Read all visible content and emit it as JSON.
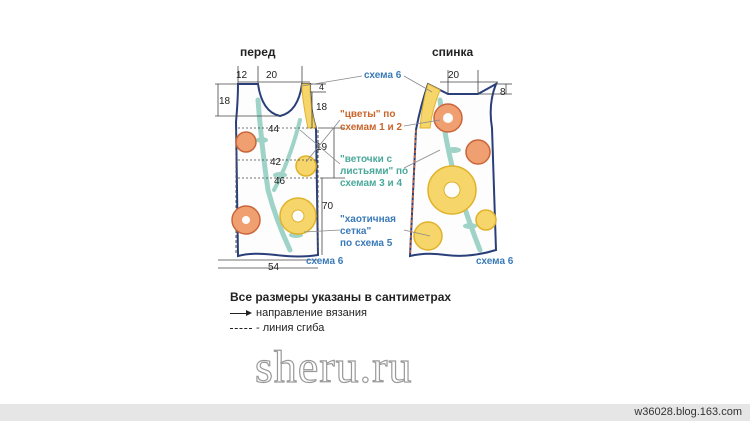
{
  "front": {
    "title": "перед",
    "dims": {
      "shoulder": "12",
      "neck": "20",
      "strap": "4",
      "neck_depth": "18",
      "armhole": "18",
      "bust": "44",
      "waist": "42",
      "hip": "46",
      "side": "19",
      "length": "70",
      "hem": "54"
    },
    "scheme6_bottom": "схема 6"
  },
  "back": {
    "title": "спинка",
    "dims": {
      "neck": "20",
      "depth": "8"
    },
    "scheme6_bottom": "схема 6"
  },
  "callouts": {
    "scheme6_top": "схема 6",
    "flowers_1": "\"цветы\" по",
    "flowers_2": "схемам 1 и 2",
    "branches_1": "\"веточки с",
    "branches_2": "листьями\" по",
    "branches_3": "схемам 3 и 4",
    "mesh_1": "\"хаотичная",
    "mesh_2": "сетка\"",
    "mesh_3": "по схема 5"
  },
  "legend": {
    "title": "Все размеры указаны в сантиметрах",
    "arrow_label": "направление вязания",
    "dash_label": "- линия сгиба"
  },
  "watermark": "sheru.ru",
  "footer": "w36028.blog.163.com",
  "colors": {
    "outline": "#2a3f7a",
    "flower_fill": "#f6d66a",
    "flower_stroke": "#e0b22a",
    "orange_fill": "#f0a070",
    "orange_stroke": "#c9653a",
    "leaf": "#9fd3c7",
    "callout_blue": "#3a7ab8",
    "callout_orange": "#c9652a",
    "callout_teal": "#4aa89a"
  }
}
